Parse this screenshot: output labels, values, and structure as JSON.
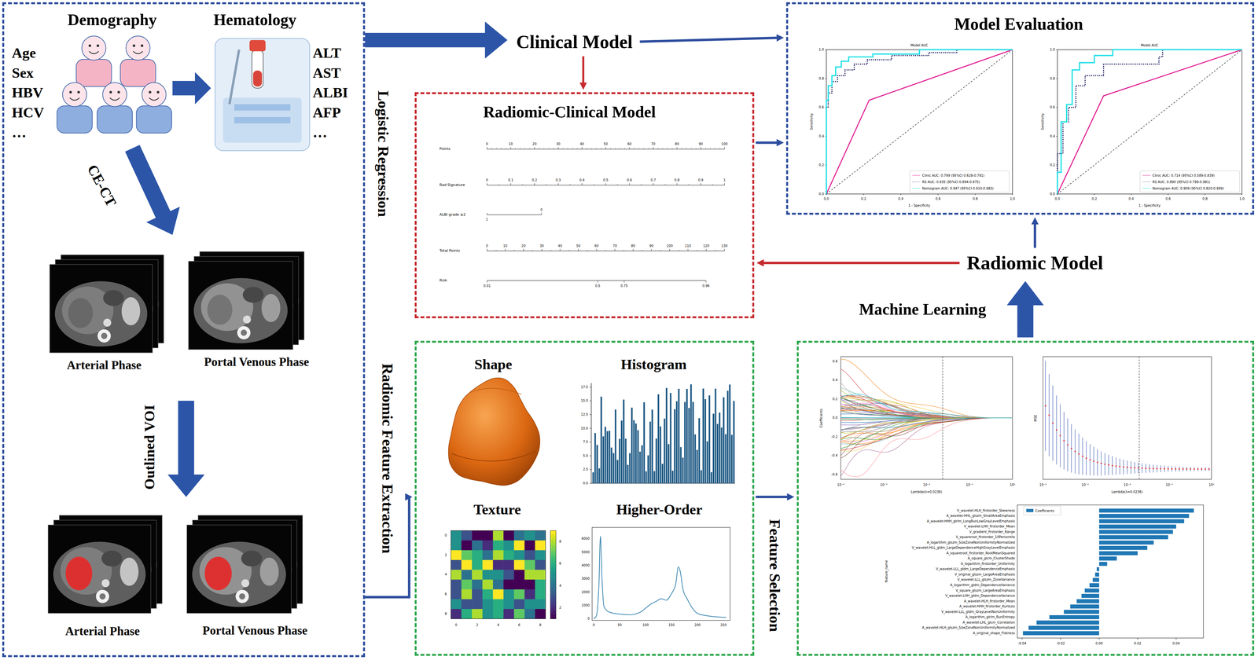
{
  "diagram": {
    "nodes": [
      {
        "text": [
          "Demography",
          "Age Sex HBV HCV …",
          "Hematology",
          "ALT AST ALBI AFP …",
          "CE-CT",
          "Arterial Phase",
          "Portal Venous Phase",
          "Outlined VOI",
          "Arterial Phase",
          "Portal Venous Phase"
        ]
      },
      {
        "text": [
          "Clinical Model"
        ]
      },
      {
        "text": [
          "Radiomic-Clinical Model",
          "Points",
          "Rad Signature",
          "ALBI grade ≥2",
          "Total Points",
          "Risk"
        ]
      },
      {
        "text": [
          "Model Evaluation",
          "Model AUC",
          "Sensitivity",
          "1 - Specificity",
          "Model AUC",
          "Sensitivity",
          "1 - Specificity"
        ]
      },
      {
        "text": [
          "Radiomic Model"
        ]
      },
      {
        "text": [
          "Shape",
          "Histogram",
          "Texture",
          "Higher-Order"
        ]
      },
      {
        "text": [
          "Coefficients",
          "Lambda(λ=0.0236)",
          "MSE",
          "Lambda(λ=0.0236)",
          "feature_name"
        ]
      }
    ],
    "edges": [
      {
        "from": 0,
        "to": 1,
        "arrow": "to"
      },
      {
        "from": 1,
        "to": 2,
        "arrow": "to"
      },
      {
        "from": 1,
        "to": 3,
        "arrow": "to"
      },
      {
        "from": 2,
        "to": 3,
        "arrow": "to"
      },
      {
        "from": 4,
        "to": 3,
        "arrow": "to"
      },
      {
        "from": 4,
        "to": 2,
        "arrow": "to"
      },
      {
        "from": 0,
        "to": 5,
        "arrow": "to",
        "label": "Radiomic Feature Extraction"
      },
      {
        "from": 5,
        "to": 6,
        "arrow": "to",
        "label": "Feature Selection"
      },
      {
        "from": 6,
        "to": 4,
        "arrow": "to",
        "label": "Machine Learning"
      }
    ],
    "labels": [
      "Logistic Regression",
      "0",
      "10",
      "20",
      "30",
      "40",
      "50",
      "60",
      "70",
      "80",
      "90",
      "100",
      "0",
      "0.1",
      "0.2",
      "0.3",
      "0.4",
      "0.5",
      "0.6",
      "0.7",
      "0.8",
      "0.9",
      "1",
      "1",
      "0",
      "0",
      "10",
      "20",
      "30",
      "40",
      "50",
      "60",
      "70",
      "80",
      "90",
      "100",
      "110",
      "120",
      "130",
      "0.01",
      "0.5",
      "0.75",
      "0.96",
      "0.0",
      "0.2",
      "0.4",
      "0.6",
      "0.8",
      "1.0",
      "0.0",
      "0.2",
      "0.4",
      "0.6",
      "0.8",
      "1.0",
      "0.0",
      "0.2",
      "0.4",
      "0.6",
      "0.8",
      "1.0",
      "0.0",
      "0.2",
      "0.4",
      "0.6",
      "0.8",
      "1.0",
      "0.0",
      "2.5",
      "5.0",
      "7.5",
      "10.0",
      "12.5",
      "15.0",
      "17.5",
      "0",
      "2",
      "4",
      "6",
      "8",
      "0",
      "2",
      "4",
      "6",
      "8",
      "2",
      "4",
      "6",
      "8",
      "0",
      "50",
      "100",
      "150",
      "200",
      "250",
      "0",
      "1000",
      "2000",
      "3000",
      "4000",
      "5000",
      "6000",
      "0.6",
      "0.4",
      "0.2",
      "0.0",
      "-0.2",
      "-0.4",
      "-0.6",
      "10⁻⁴",
      "10⁻³",
      "10⁻²",
      "10⁻¹",
      "10⁰",
      "10⁻⁴",
      "10⁻³",
      "10⁻²",
      "10⁻¹",
      "10⁰",
      "-0.04",
      "-0.02",
      "0.00",
      "0.02",
      "0.04",
      "V_wavelet-HLH_firstorder_Skewness",
      "A_wavelet-HHL_glszm_SmallAreaEmphasis",
      "A_wavelet-HHH_glrlm_LongRunLowGrayLevelEmphasis",
      "V_wavelet-LHH_firstorder_Mean",
      "V_gradient_firstorder_Range",
      "V_squareroot_firstorder_10Percentile",
      "A_logarithm_glszm_SizeZoneNonUniformityNormalized",
      "V_wavelet-HLL_gldm_LargeDependenceHighGrayLevelEmphasis",
      "A_squareroot_firstorder_RootMeanSquared",
      "A_square_glcm_ClusterShade",
      "A_logarithm_firstorder_Uniformity",
      "V_wavelet-LLL_gldm_LargeDependenceEmphasis",
      "V_original_glszm_LargeAreaEmphasis",
      "V_wavelet-LLL_glszm_ZoneVariance",
      "A_logarithm_gldm_DependenceVariance",
      "V_square_glszm_LargeAreaEmphasis",
      "V_wavelet-LHH_gldm_DependenceVariance",
      "A_wavelet-HLH_firstorder_Mean",
      "A_wavelet-HHH_firstorder_Kurtosis",
      "V_wavelet-LLL_gldm_GrayLevelNonUniformity",
      "A_logarithm_glrlm_RunEntropy",
      "A_wavelet-LHL_glcm_Correlation",
      "A_wavelet-HLH_glszm_SizeZoneNonUniformityNormalized",
      "A_original_shape_Flatness"
    ],
    "legend": [
      {
        "text": "Clinic AUC: 0.799 (95%CI 0.628-0.791)"
      },
      {
        "text": "RS AUC: 0.935 (95%CI 0.894-0.975)"
      },
      {
        "text": "Nomogram AUC: 0.947 (95%CI 0.910-0.983)"
      },
      {
        "text": "Clinic AUC: 0.714 (95%CI 0.589-0.839)"
      },
      {
        "text": "RS AUC: 0.890 (95%CI 0.799-0.981)"
      },
      {
        "text": "Nomogram AUC: 0.909 (95%CI 0.820-0.999)"
      },
      {
        "text": "Coefficients",
        "color": "#1f77b4"
      }
    ]
  }
}
